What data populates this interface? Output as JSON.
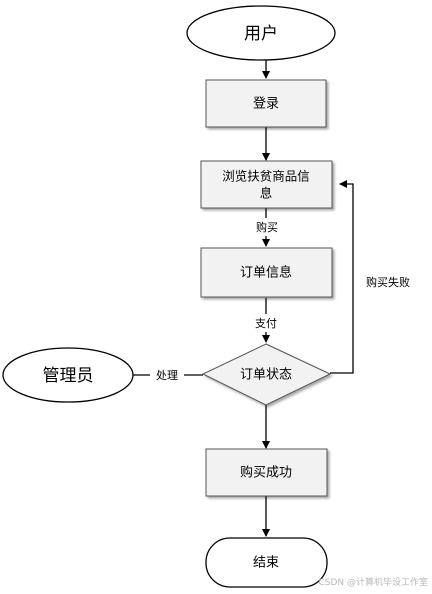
{
  "nodes": {
    "user": "用户",
    "login": "登录",
    "browse_line1": "浏览扶贫商品信",
    "browse_line2": "息",
    "order_info": "订单信息",
    "order_status": "订单状态",
    "admin": "管理员",
    "success": "购买成功",
    "end": "结束"
  },
  "edges": {
    "buy": "购买",
    "pay": "支付",
    "handle": "处理",
    "fail": "购买失败"
  },
  "watermark": "CSDN @计算机毕设工作室",
  "colors": {
    "box_fill": "#f2f2f2",
    "stroke": "#000000",
    "box_stroke": "#555555"
  }
}
